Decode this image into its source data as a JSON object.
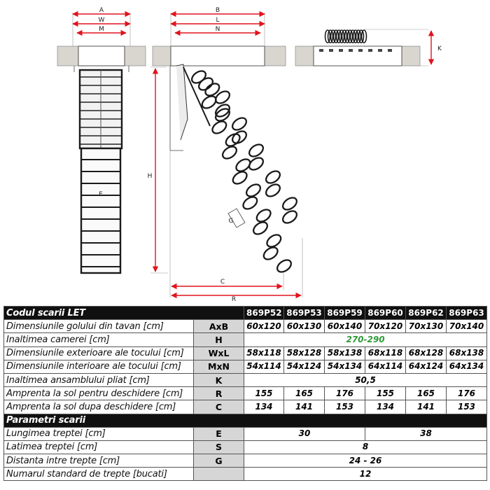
{
  "drawing": {
    "labels": {
      "A": "A",
      "W": "W",
      "M": "M",
      "B": "B",
      "L": "L",
      "N": "N",
      "H": "H",
      "E": "E",
      "G": "G",
      "C": "C",
      "R": "R",
      "K": "K"
    }
  },
  "table": {
    "title": "Codul scarii LET",
    "models": [
      "869P52",
      "869P53",
      "869P59",
      "869P60",
      "869P62",
      "869P63"
    ],
    "rows": [
      {
        "label": "Dimensiunile golului din tavan [cm]",
        "symbol": "AxB",
        "values": [
          "60x120",
          "60x130",
          "60x140",
          "70x120",
          "70x130",
          "70x140"
        ]
      },
      {
        "label": "Inaltimea camerei [cm]",
        "symbol": "H",
        "value": "270-290"
      },
      {
        "label": "Dimensiunile exterioare ale tocului [cm]",
        "symbol": "WxL",
        "values": [
          "58x118",
          "58x128",
          "58x138",
          "68x118",
          "68x128",
          "68x138"
        ]
      },
      {
        "label": "Dimensiunile interioare ale tocului [cm]",
        "symbol": "MxN",
        "values": [
          "54x114",
          "54x124",
          "54x134",
          "64x114",
          "64x124",
          "64x134"
        ]
      },
      {
        "label": "Inaltimea ansamblului pliat [cm]",
        "symbol": "K",
        "value": "50,5"
      },
      {
        "label": "Amprenta la sol pentru deschidere [cm]",
        "symbol": "R",
        "values": [
          "155",
          "165",
          "176",
          "155",
          "165",
          "176"
        ]
      },
      {
        "label": "Amprenta la sol dupa deschidere [cm]",
        "symbol": "C",
        "values": [
          "134",
          "141",
          "153",
          "134",
          "141",
          "153"
        ]
      }
    ],
    "section2": "Parametri scarii",
    "rows2": [
      {
        "label": "Lungimea treptei [cm]",
        "symbol": "E",
        "value_a": "30",
        "value_b": "38"
      },
      {
        "label": "Latimea treptei [cm]",
        "symbol": "S",
        "value": "8"
      },
      {
        "label": "Distanta intre trepte [cm]",
        "symbol": "G",
        "value": "24 - 26"
      },
      {
        "label": "Numarul standard de trepte [bucati]",
        "symbol": "",
        "value": "12"
      }
    ]
  }
}
